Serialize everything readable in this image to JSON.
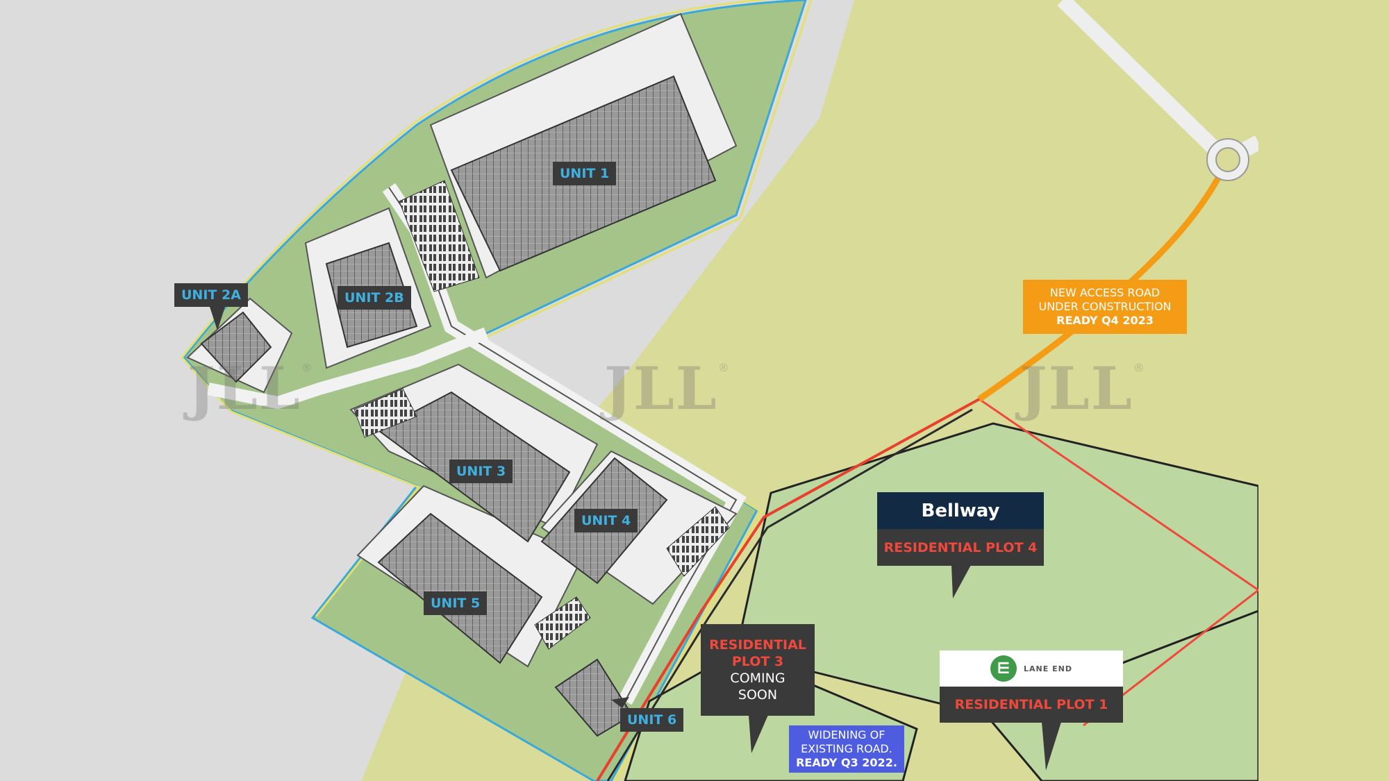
{
  "units": {
    "unit_1": "UNIT 1",
    "unit_2a": "UNIT 2A",
    "unit_2b": "UNIT 2B",
    "unit_3": "UNIT 3",
    "unit_4": "UNIT 4",
    "unit_5": "UNIT 5",
    "unit_6": "UNIT 6"
  },
  "plots": {
    "plot_4": {
      "brand": "Bellway",
      "label": "RESIDENTIAL PLOT 4"
    },
    "plot_3": {
      "line1": "RESIDENTIAL",
      "line2": "PLOT 3",
      "status1": "COMING",
      "status2": "SOON"
    },
    "plot_1": {
      "brand": "LANE END",
      "label": "RESIDENTIAL PLOT 1"
    }
  },
  "notes": {
    "new_road": {
      "line1": "NEW ACCESS ROAD",
      "line2": "UNDER CONSTRUCTION",
      "line3": "READY Q4 2023"
    },
    "widening": {
      "line1": "WIDENING OF",
      "line2": "EXISTING ROAD.",
      "line3": "READY Q3 2022."
    }
  },
  "watermark": {
    "text": "JLL",
    "mark": "®"
  },
  "colors": {
    "background_grey": "#dcdcdc",
    "field_yellow_green": "#d9dc98",
    "site_green": "#a5c48a",
    "residential_green": "#bcd7a0",
    "building_grey": "#8d8d8d",
    "label_dark": "#3a3a3a",
    "unit_label_blue": "#3fb0e0",
    "plot_label_red": "#f0483a",
    "road_orange": "#f59c16",
    "note_blue": "#4e5de0",
    "bellway_navy": "#122a44",
    "lane_end_green": "#3f9b4a"
  }
}
